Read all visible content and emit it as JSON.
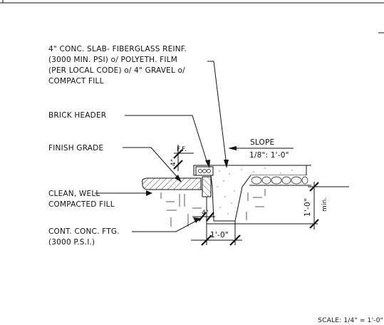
{
  "title_block_top_line": "",
  "callouts": {
    "slab": {
      "line1": "4\" CONC. SLAB- FIBERGLASS REINF.",
      "line2": "(3000 MIN. PSI) o/ POLYETH. FILM",
      "line3": "(PER LOCAL CODE) o/ 4\"  GRAVEL o/",
      "line4": "COMPACT FILL"
    },
    "brick_header": "BRICK HEADER",
    "finish_grade": "FINISH GRADE",
    "clean_fill": {
      "line1": "CLEAN, WELL",
      "line2": "COMPACTED FILL"
    },
    "footing": {
      "line1": "CONT. CONC. FTG.",
      "line2": "(3000 P.S.I.)"
    }
  },
  "dimensions": {
    "ff": "F.F.",
    "step": "4\"",
    "slope_label": "SLOPE",
    "slope_ratio": "1/8\": 1'-0\"",
    "depth": "1'-0\"",
    "depth_note": "min.",
    "offset": "4\"",
    "width": "1'-0\""
  },
  "scale": "SCALE: 1/4\" = 1'-0\""
}
